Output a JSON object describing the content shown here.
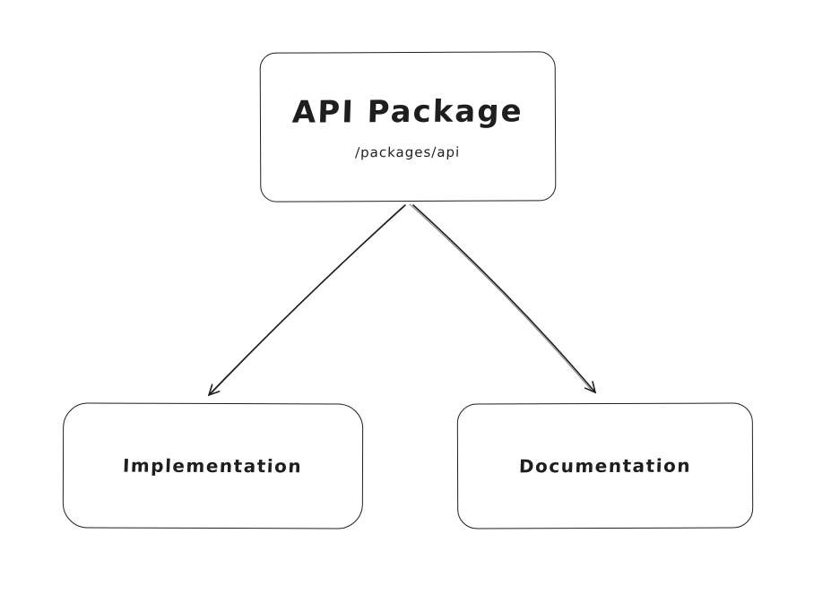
{
  "nodes": {
    "api_package": {
      "title": "API Package",
      "subtitle": "/packages/api"
    },
    "implementation": {
      "label": "Implementation"
    },
    "documentation": {
      "label": "Documentation"
    }
  },
  "edges": [
    {
      "from": "api_package",
      "to": "implementation",
      "style": "arrow"
    },
    {
      "from": "api_package",
      "to": "documentation",
      "style": "arrow"
    }
  ],
  "colors": {
    "stroke": "#1e1e1e",
    "background": "#ffffff"
  }
}
